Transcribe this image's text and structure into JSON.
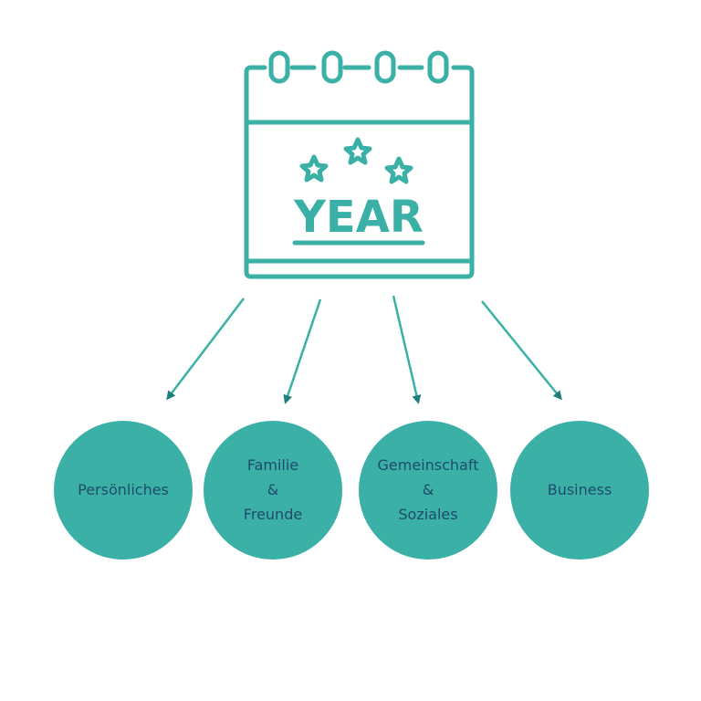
{
  "colors": {
    "teal": "#3ab0a6",
    "label": "#1f4b6b",
    "background": "#ffffff"
  },
  "calendar_icon": {
    "icon": "calendar-year-icon",
    "year_digits": "0-0-0-0",
    "caption": "YEAR"
  },
  "nodes": [
    {
      "id": "persoenliches",
      "lines": [
        "Persönliches"
      ]
    },
    {
      "id": "familie-freunde",
      "lines": [
        "Familie",
        "&",
        "Freunde"
      ]
    },
    {
      "id": "gemeinschaft-soziales",
      "lines": [
        "Gemeinschaft",
        "&",
        "Soziales"
      ]
    },
    {
      "id": "business",
      "lines": [
        "Business"
      ]
    }
  ]
}
